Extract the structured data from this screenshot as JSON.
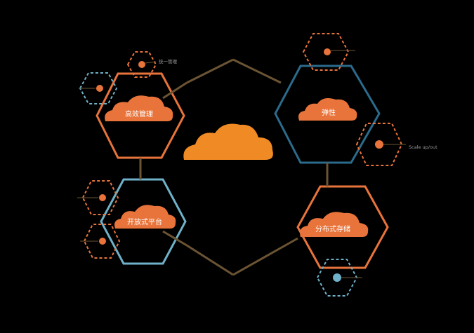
{
  "center": {
    "brand_name": "",
    "brand_tagline": ""
  },
  "nodes": [
    {
      "id": "management",
      "label": "高效管理"
    },
    {
      "id": "elastic",
      "label": "弹性"
    },
    {
      "id": "open",
      "label": "开放式平台"
    },
    {
      "id": "storage",
      "label": "分布式存储"
    }
  ],
  "side_labels": {
    "management_top": "统一管理",
    "management_left": "",
    "elastic_top": "",
    "elastic_right_1": "",
    "elastic_right_2": "Scale up/out",
    "open_left_1": "",
    "open_left_2": "",
    "storage_1": "",
    "storage_2": "",
    "storage_3": ""
  },
  "colors": {
    "orange": "#e8743b",
    "blue": "#2b6b8c",
    "light_blue": "#6fb1c8",
    "brown": "#6b5433",
    "cloud": "#f08a24",
    "background": "#000000"
  }
}
